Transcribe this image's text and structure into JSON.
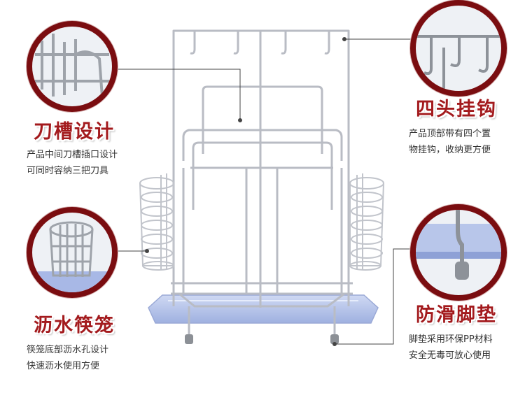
{
  "colors": {
    "accent": "#a31a1d",
    "ring": "#7a0d10",
    "tray": "#b8c6ea",
    "wire": "#c9ccd2"
  },
  "features": [
    {
      "title": "刀槽设计",
      "lines": [
        "产品中间刀槽插口设计",
        "可同时容纳三把刀具"
      ]
    },
    {
      "title": "四头挂钩",
      "lines": [
        "产品顶部带有四个置",
        "物挂钩，收纳更方便"
      ]
    },
    {
      "title": "沥水筷笼",
      "lines": [
        "筷笼底部沥水孔设计",
        "快速沥水使用方便"
      ]
    },
    {
      "title": "防滑脚垫",
      "lines": [
        "脚垫采用环保PP材料",
        "安全无毒可放心使用"
      ]
    }
  ]
}
